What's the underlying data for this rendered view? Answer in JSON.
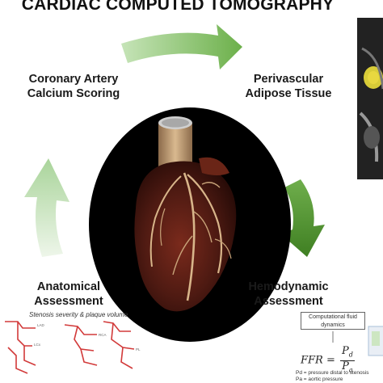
{
  "title": "CARDIAC COMPUTED TOMOGRAPHY",
  "stages": [
    {
      "label_line1": "Coronary Artery",
      "label_line2": "Calcium Scoring"
    },
    {
      "label_line1": "Perivascular",
      "label_line2": "Adipose Tissue"
    },
    {
      "label_line1": "Hemodynamic",
      "label_line2": "Assessment"
    },
    {
      "label_line1": "Anatomical",
      "label_line2": "Assessment"
    }
  ],
  "anatomical_caption": "Stenosis severity & plaque volume",
  "cfd_box": {
    "line1": "Computational fluid",
    "line2": "dynamics"
  },
  "ffr": {
    "lhs": "FFR =",
    "numerator": "P",
    "num_sub": "d",
    "denominator": "P",
    "den_sub": "a"
  },
  "legend": {
    "line1": "Pd = pressure distal to stenosis",
    "line2": "Pa = aortic pressure"
  },
  "colors": {
    "arrow_dark": "#4f8f2f",
    "arrow_light": "#a9d49a",
    "arrow_fade": "#d8ecd0"
  }
}
